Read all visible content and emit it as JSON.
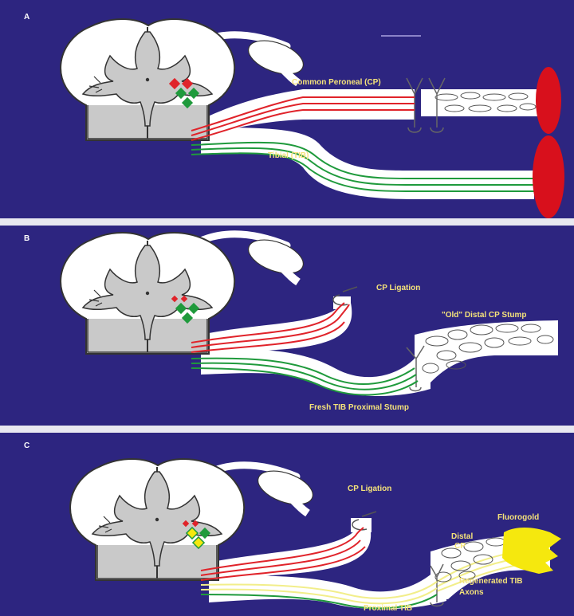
{
  "figure": {
    "colors": {
      "background": "#2d2580",
      "divider": "#e8e8f0",
      "cord_gray": "#c9c9c9",
      "nerve_white": "#ffffff",
      "cp_axon": "#e0232a",
      "tib_axon": "#1f9a3c",
      "regenerated_axon": "#f2ee8a",
      "muscle": "#d8101c",
      "fluorogold": "#f5e80e",
      "label_text": "#f4e27a"
    },
    "panels": [
      {
        "letter": "A",
        "labels": {
          "cp": "Common Peroneal (CP)",
          "tib": "Tibial (TIB)"
        }
      },
      {
        "letter": "B",
        "labels": {
          "ligation": "CP Ligation",
          "old_stump": "\"Old\" Distal CP Stump",
          "fresh_stump": "Fresh TIB Proximal Stump"
        }
      },
      {
        "letter": "C",
        "labels": {
          "ligation": "CP Ligation",
          "distal_line1": "Distal",
          "distal_line2": "CP",
          "fluorogold": "Fluorogold",
          "regen_line1": "Regenerated TIB",
          "regen_line2": "Axons",
          "proximal": "Proximal TIB"
        }
      }
    ]
  }
}
